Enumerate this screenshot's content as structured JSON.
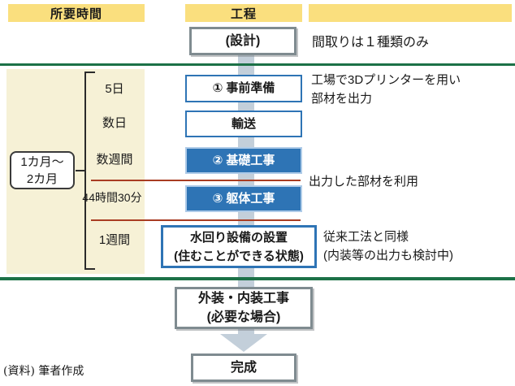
{
  "header": {
    "col_time": "所要時間",
    "col_process": "工程"
  },
  "timeline": {
    "bracket_label": {
      "line1": "1カ月〜",
      "line2": "2カ月"
    },
    "durations": [
      "5日",
      "数日",
      "数週間",
      "44時間30分",
      "1週間"
    ]
  },
  "steps": {
    "design": "(設計)",
    "prep": "① 事前準備",
    "transport": "輸送",
    "foundation": "② 基礎工事",
    "frame": "③ 躯体工事",
    "plumbing": {
      "line1": "水回り設備の設置",
      "line2": "(住むことができる状態)"
    },
    "exterior": {
      "line1": "外装・内装工事",
      "line2": "(必要な場合)"
    },
    "complete": "完成"
  },
  "annotations": {
    "design_note": "間取りは１種類のみ",
    "factory_note": {
      "line1": "工場で3Dプリンターを用い",
      "line2": "部材を出力"
    },
    "parts_note": "出力した部材を利用",
    "conventional_note": {
      "line1": "従来工法と同様",
      "line2": "(内装等の出力も検討中)"
    }
  },
  "source": "(資料) 筆者作成",
  "colors": {
    "header_yellow": "#FADF7E",
    "panel_cream": "#F6F1D6",
    "accent_blue": "#2E74B5",
    "connector_gray": "#C3CFDA",
    "line_green": "#1C7147",
    "line_red": "#A93C22"
  }
}
